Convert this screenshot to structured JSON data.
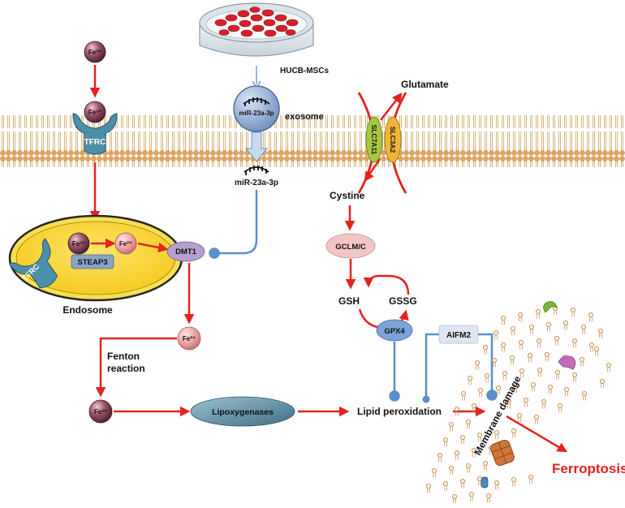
{
  "diagram": {
    "nodes": {
      "fe3_outside": "Fe³⁺",
      "fe3_bound": "Fe³⁺",
      "tfrc_membrane": "TFRC",
      "endosome_fe3": "Fe³⁺",
      "endosome_fe2": "Fe²⁺",
      "steap3": "STEAP3",
      "tfrc_endosome": "TFRC",
      "endosome": "Endosome",
      "dmt1": "DMT1",
      "fe2_cytosol": "Fe²⁺",
      "fenton_line1": "Fenton",
      "fenton_line2": "reaction",
      "fe3_cytosol": "Fe³⁺",
      "lipoxygenases": "Lipoxygenases",
      "lipid_peroxidation": "Lipid peroxidation",
      "hucb_mscs": "HUCB-MSCs",
      "mir_in_exosome": "miR-23a-3p",
      "exosome": "exosome",
      "mir_cytosol": "miR-23a-3p",
      "glutamate": "Glutamate",
      "slc7a11": "SLC7A11",
      "slc3a2": "SLC3A2",
      "cystine": "Cystine",
      "gclm_c": "GCLM/C",
      "gsh": "GSH",
      "gssg": "GSSG",
      "gpx4": "GPX4",
      "aifm2": "AIFM2",
      "membrane_damage": "Membrane damage",
      "ferroptosis": "Ferroptosis"
    },
    "colors": {
      "activation_arrow": "#e3231f",
      "inhibition": "#5b8fc9",
      "membrane_head": "#e3a55a",
      "endosome_fill": "#f3c91a",
      "ferroptosis_text": "#e3231f"
    }
  }
}
